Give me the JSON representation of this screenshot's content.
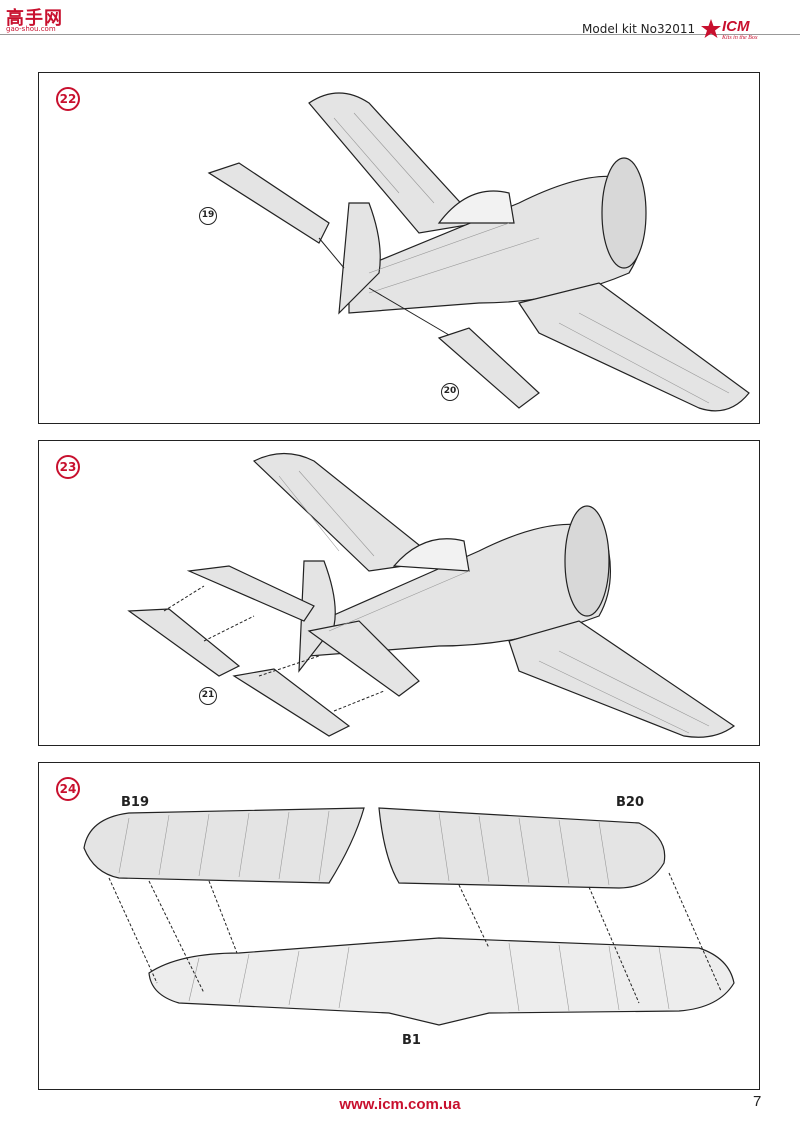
{
  "header": {
    "watermark_chinese": "高手网",
    "watermark_url": "gao-shou.com",
    "model_kit": "Model kit No32011",
    "logo_text": "ICM",
    "logo_tagline": "Kits in the Box"
  },
  "steps": [
    {
      "number": "22",
      "parts": [
        "19",
        "20"
      ]
    },
    {
      "number": "23",
      "parts": [
        "21"
      ]
    },
    {
      "number": "24",
      "labels": [
        "B19",
        "B20",
        "B1"
      ]
    }
  ],
  "footer": {
    "website": "www.icm.com.ua",
    "page_number": "7"
  },
  "colors": {
    "accent": "#c8102e",
    "line": "#222222",
    "fill": "#e4e4e4"
  },
  "icons": [
    "step-badge",
    "part-callout",
    "assembly-arrow"
  ]
}
